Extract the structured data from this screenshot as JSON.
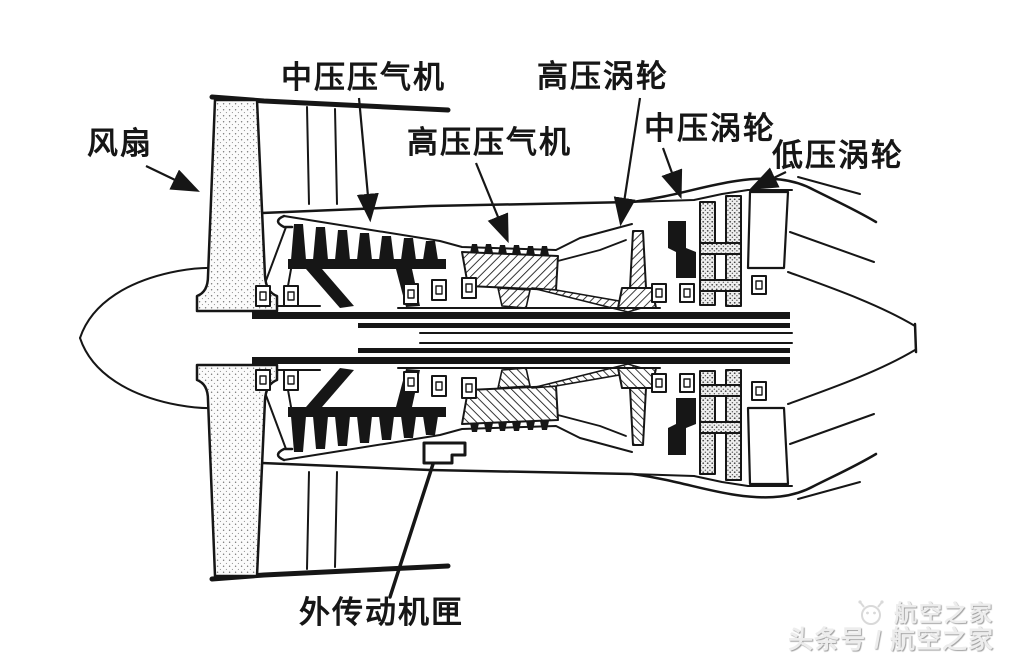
{
  "diagram": {
    "title_semantic": "three-spool turbofan engine cross-section",
    "labels": {
      "fan": "风扇",
      "ip_compressor": "中压压气机",
      "hp_compressor": "高压压气机",
      "hp_turbine": "高压涡轮",
      "ip_turbine": "中压涡轮",
      "lp_turbine": "低压涡轮",
      "external_gearbox": "外传动机匣"
    }
  },
  "watermark": {
    "brand": "航空之家",
    "byline": "头条号 / 航空之家"
  },
  "icons": {
    "watermark_logo": "bee-icon"
  },
  "colors": {
    "ink": "#161616",
    "background": "#ffffff",
    "watermark_gray": "#d9d9d9"
  }
}
